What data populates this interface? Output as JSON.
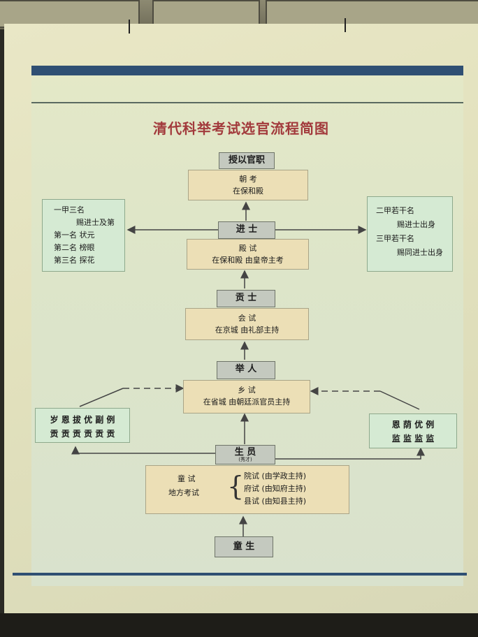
{
  "title": "清代科举考试选官流程简图",
  "nodes": {
    "shouyi": "授以官职",
    "chaokao": {
      "line1": "朝 考",
      "line2": "在保和殿"
    },
    "jinshi": "进 士",
    "dianshi": {
      "line1": "殿 试",
      "line2": "在保和殿 由皇帝主考"
    },
    "gongshi": "贡 士",
    "huishi": {
      "line1": "会 试",
      "line2": "在京城 由礼部主持"
    },
    "juren": "举 人",
    "xiangshi": {
      "line1": "乡 试",
      "line2": "在省城 由朝廷派官员主持"
    },
    "shengyuan": {
      "label": "生 员",
      "note": "(秀才)"
    },
    "tongshi": {
      "left1": "童 试",
      "left2": "地方考试",
      "right": [
        "院试 (由学政主持)",
        "府试 (由知府主持)",
        "县试 (由知县主持)"
      ]
    },
    "tongsheng": "童 生"
  },
  "side_boxes": {
    "yijia": [
      "一甲三名",
      "赐进士及第",
      "第一名 状元",
      "第二名 榜眼",
      "第三名 探花"
    ],
    "erjia": [
      "二甲若干名",
      "赐进士出身",
      "三甲若干名",
      "赐同进士出身"
    ],
    "gong": [
      "岁 恩 拔 优 副 例",
      "贡 贡 贡 贡 贡 贡"
    ],
    "jian": [
      "恩 荫 优 例",
      "监 监 监 监"
    ]
  },
  "colors": {
    "title": "#a23a3c",
    "header_bar": "#2f4f73",
    "yellow_box": "#ecdfb6",
    "green_box": "#d5ead3",
    "gray_box": "#c4c9bf"
  }
}
